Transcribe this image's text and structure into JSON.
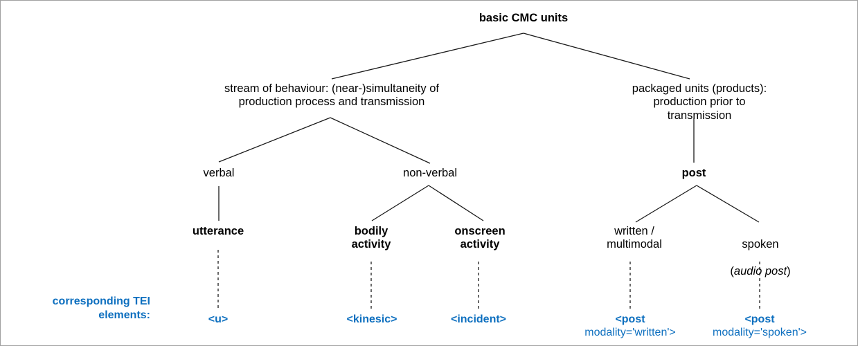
{
  "diagram": {
    "title_node": "basic CMC units",
    "level2": {
      "left": "stream of behaviour: (near-)simultaneity of\nproduction process and transmission",
      "right": "packaged units (products):\nproduction prior to transmission"
    },
    "level3": {
      "verbal": "verbal",
      "non_verbal": "non-verbal",
      "post": "post"
    },
    "level4": {
      "utterance": "utterance",
      "bodily_activity": "bodily\nactivity",
      "onscreen_activity": "onscreen\nactivity",
      "written_multimodal": "written /\nmultimodal",
      "spoken_line1": "spoken",
      "spoken_paren_open": "(",
      "spoken_italic": "audio post",
      "spoken_paren_close": ")"
    },
    "tei": {
      "caption": "corresponding TEI\nelements:",
      "u": "<u>",
      "kinesic": "<kinesic>",
      "incident": "<incident>",
      "post_written_head": "<post",
      "post_written_sub": "modality='written'>",
      "post_spoken_head": "<post",
      "post_spoken_sub": "modality='spoken'>"
    },
    "colors": {
      "text": "#000000",
      "tei_blue": "#0d6fbf",
      "line": "#1a1a1a",
      "border": "#a0a0a0",
      "background": "#ffffff"
    }
  }
}
